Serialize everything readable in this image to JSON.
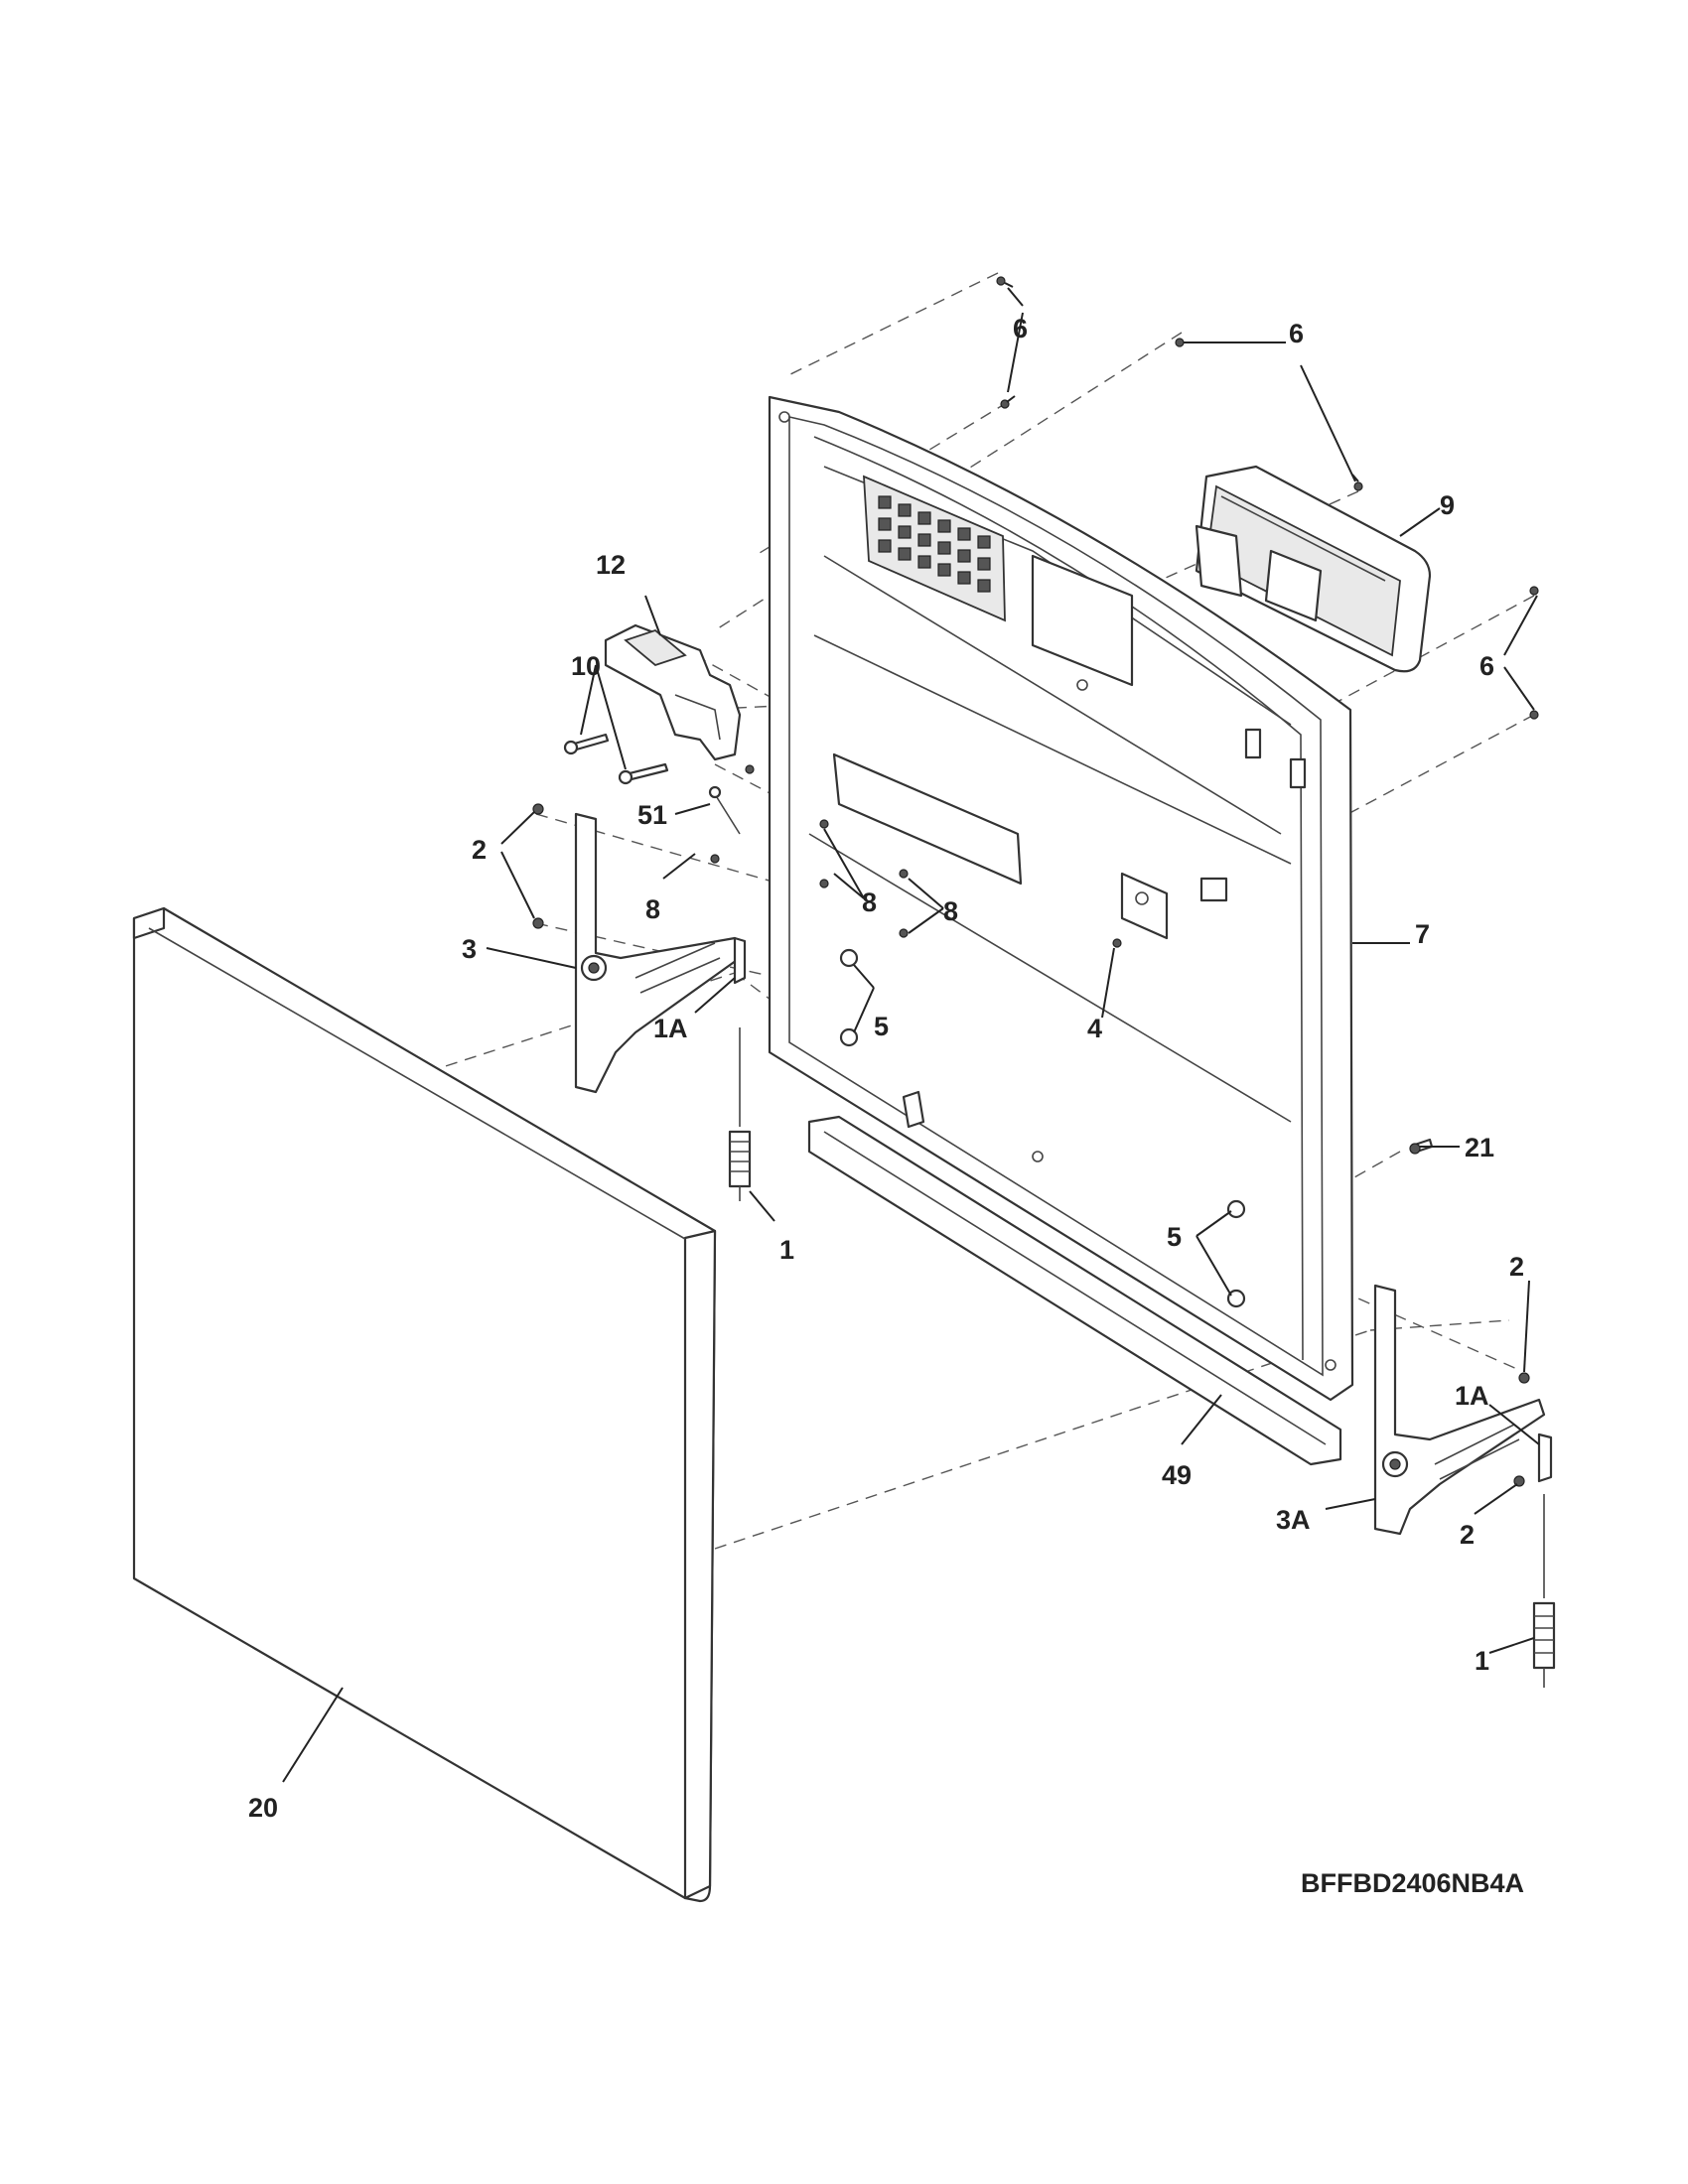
{
  "callouts": {
    "c6a": "6",
    "c6b": "6",
    "c6c": "6",
    "c9": "9",
    "c12": "12",
    "c10": "10",
    "c51": "51",
    "c2a": "2",
    "c8a": "8",
    "c8b": "8",
    "c8c": "8",
    "c3": "3",
    "c1Aa": "1A",
    "c5a": "5",
    "c4": "4",
    "c7": "7",
    "c1a": "1",
    "c21": "21",
    "c5b": "5",
    "c2b": "2",
    "c1Ab": "1A",
    "c49": "49",
    "c3A": "3A",
    "c2c": "2",
    "c1b": "1",
    "c20": "20"
  },
  "model_code": "BFFBD2406NB4A"
}
